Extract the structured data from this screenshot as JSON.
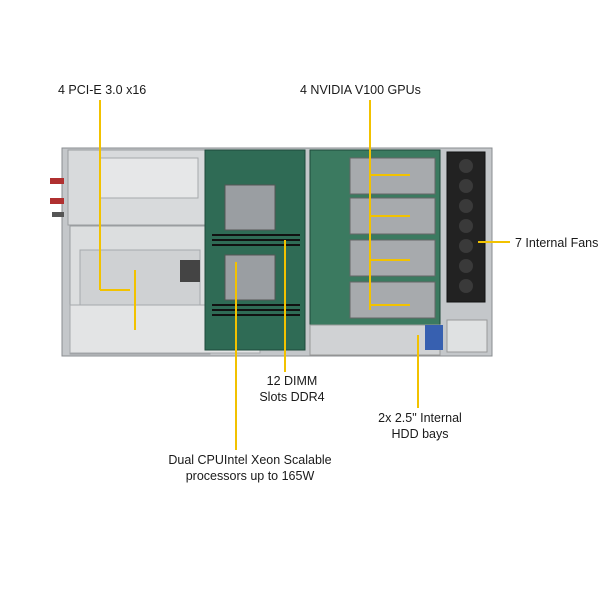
{
  "callouts": {
    "pcie": "4 PCI-E 3.0 x16",
    "gpus": "4 NVIDIA  V100 GPUs",
    "fans": "7 Internal Fans",
    "dimm_line1": "12 DIMM",
    "dimm_line2": "Slots DDR4",
    "hdd_line1": "2x 2.5\" Internal",
    "hdd_line2": "HDD bays",
    "cpu_line1": "Dual CPUIntel  Xeon  Scalable",
    "cpu_line2": "processors up to 165W"
  },
  "colors": {
    "leader": "#f2c200",
    "chassis": "#b9bcbf",
    "board": "#2f6b55",
    "text": "#1a1a1a"
  }
}
